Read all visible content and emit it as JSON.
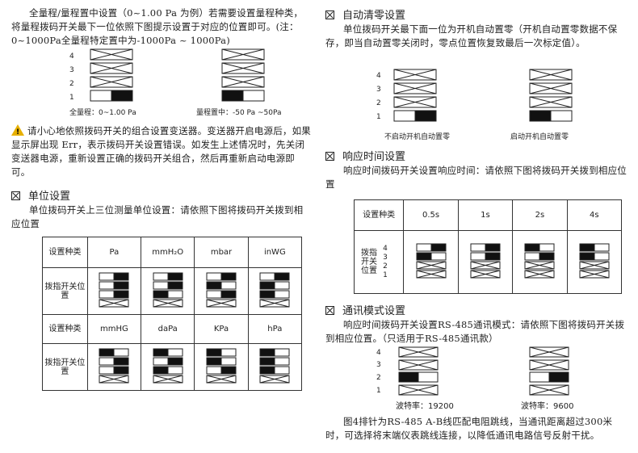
{
  "left": {
    "intro": "全量程/量程置中设置（0~1.00 Pa 为例）若需要设置量程种类，将量程拨码开关最下一位依照下图提示设置于对应的位置即可。(注：0~1000Pa全量程特定置中为-1000Pa ~ 1000Pa)",
    "switch_numbers": [
      "4",
      "3",
      "2",
      "1"
    ],
    "range_full_caption": "全量程：0~1.00 Pa",
    "range_center_caption": "量程置中：-50 Pa ~50Pa",
    "warning_text": "请小心地依照拨码开关的组合设置变送器。变送器开启电源后，如果显示屏出现 Err，表示拨码开关设置错误。如发生上述情况时，先关闭变送器电源，重新设置正确的拨码开关组合，然后再重新启动电源即可。",
    "unit_heading": "单位设置",
    "unit_intro": "单位拨码开关上三位测量单位设置：请依照下图将拨码开关拨到相应位置",
    "row_label_set": "设置种类",
    "row_label_switch": "拨指开关位置",
    "units_row1": [
      "Pa",
      "mmH₂O",
      "mbar",
      "inWG"
    ],
    "units_row2": [
      "mmHG",
      "daPa",
      "KPa",
      "hPa"
    ]
  },
  "right": {
    "autozero_heading": "自动清零设置",
    "autozero_text": "单位拨码开关最下面一位为开机自动置零（开机自动置零数据不保存，即当自动置零关闭时，零点位置恢复致最后一次标定值）。",
    "autozero_off": "不启动开机自动置零",
    "autozero_on": "启动开机自动置零",
    "switch_numbers": [
      "4",
      "3",
      "2",
      "1"
    ],
    "response_heading": "响应时间设置",
    "response_text": "响应时间拨码开关设置响应时间：请依照下图将拨码开关拨到相应位置",
    "row_label_set": "设置种类",
    "row_label_switch": "拨指开关位置",
    "response_times": [
      "0.5s",
      "1s",
      "2s",
      "4s"
    ],
    "comm_heading": "通讯模式设置",
    "comm_text": "响应时间拨码开关设置RS-485通讯模式：请依照下图将拨码开关拨到相应位置。（只适用于RS-485通讯款）",
    "baud_1": "波特率：19200",
    "baud_2": "波特率：9600",
    "footer_text": "图4排针为RS-485 A-B线匹配电阻跳线，当通讯距离超过300米时，可选择将末端仪表跳线连接，以降低通讯电路信号反射干扰。"
  }
}
